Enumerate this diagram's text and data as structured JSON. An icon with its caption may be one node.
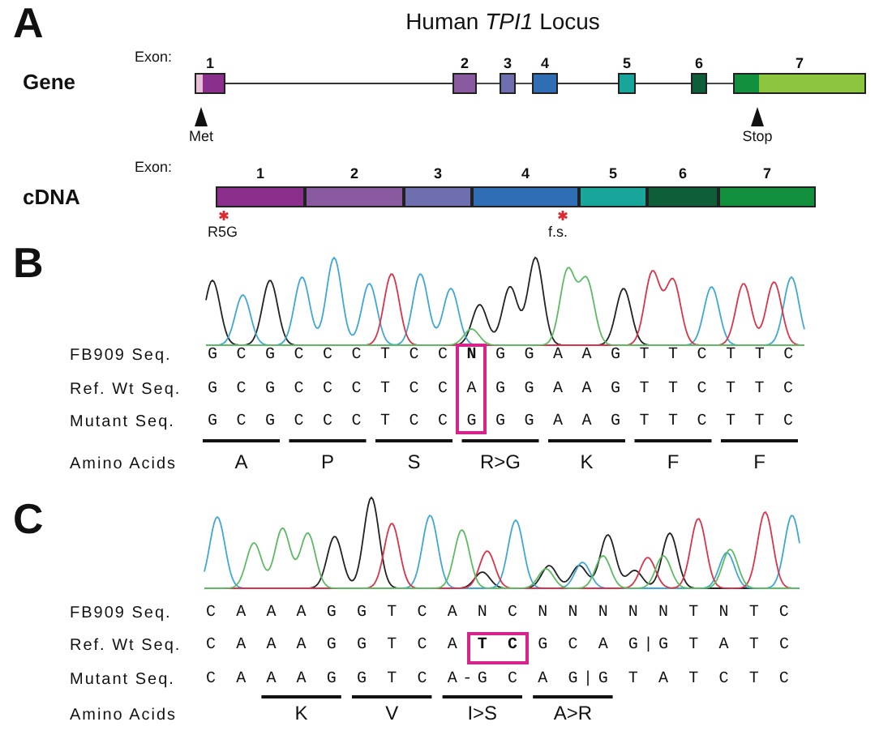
{
  "diagram": {
    "nodes": [
      {
        "text": [
          "1"
        ]
      },
      {
        "text": [
          "2"
        ]
      },
      {
        "text": [
          "3"
        ]
      },
      {
        "text": [
          "4"
        ]
      },
      {
        "text": [
          "5"
        ]
      },
      {
        "text": [
          "6"
        ]
      },
      {
        "text": [
          "7"
        ]
      },
      {
        "text": [
          "1"
        ]
      },
      {
        "text": [
          "2"
        ]
      },
      {
        "text": [
          "3"
        ]
      },
      {
        "text": [
          "4"
        ]
      },
      {
        "text": [
          "5"
        ]
      },
      {
        "text": [
          "6"
        ]
      },
      {
        "text": [
          "7"
        ]
      }
    ],
    "edges": [
      {
        "from": 0,
        "to": 1,
        "arrow": "none"
      },
      {
        "from": 1,
        "to": 2,
        "arrow": "none"
      },
      {
        "from": 2,
        "to": 3,
        "arrow": "none"
      },
      {
        "from": 3,
        "to": 4,
        "arrow": "none"
      },
      {
        "from": 4,
        "to": 5,
        "arrow": "none"
      },
      {
        "from": 5,
        "to": 6,
        "arrow": "none"
      }
    ],
    "labels": [
      "A",
      "Human *TPI1* Locus",
      "Exon:",
      "Gene",
      "Met",
      "Stop",
      "Exon:",
      "cDNA",
      "R5G",
      "f.s.",
      "B",
      "FB909 Seq.",
      "G C G C C C T C C **N** G G A A G T T C T T C",
      "Ref. Wt Seq.",
      "G C G C C C T C C A G G A A G T T C T T C",
      "Mutant Seq.",
      "G C G C C C T C C G G G A A G T T C T T C",
      "Amino Acids",
      "A",
      "P",
      "S",
      "R>G",
      "K",
      "F",
      "F",
      "C",
      "FB909 Seq.",
      "C A A A G G T C A N C N N N N N T N T C",
      "Ref. Wt Seq.",
      "C A A A G G T C A **T C** G C A G|G T A T C",
      "Mutant Seq.",
      "C A A A G G T C A-G C A G|G T A T C T C",
      "Amino Acids",
      "K",
      "V",
      "I>S",
      "A>R"
    ]
  }
}
